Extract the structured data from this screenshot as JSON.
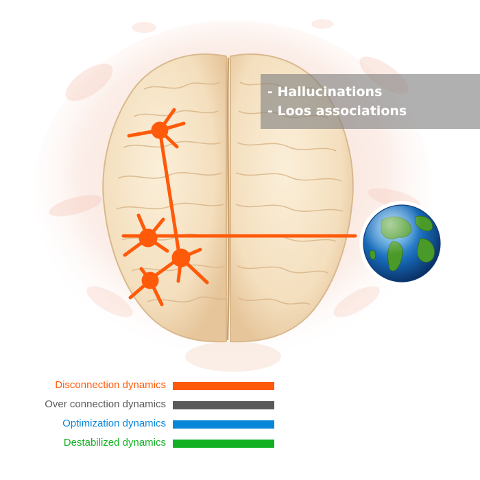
{
  "symptoms": {
    "line1": "- Hallucinations",
    "line2": "- Loos associations"
  },
  "legend": [
    {
      "label": "Disconnection dynamics",
      "color": "#ff5a0a"
    },
    {
      "label": "Over connection dynamics",
      "color": "#5a5a5a"
    },
    {
      "label": "Optimization dynamics",
      "color": "#0a86d8"
    },
    {
      "label": "Destabilized dynamics",
      "color": "#12b022"
    }
  ],
  "colors": {
    "network": "#ff5a0a",
    "brain": "#f4dfc0",
    "splash": "#f4c4b4",
    "ocean": "#1769b8",
    "land": "#4a9a2a"
  },
  "icons": {
    "brain": "brain-illustration",
    "globe": "globe-icon"
  }
}
